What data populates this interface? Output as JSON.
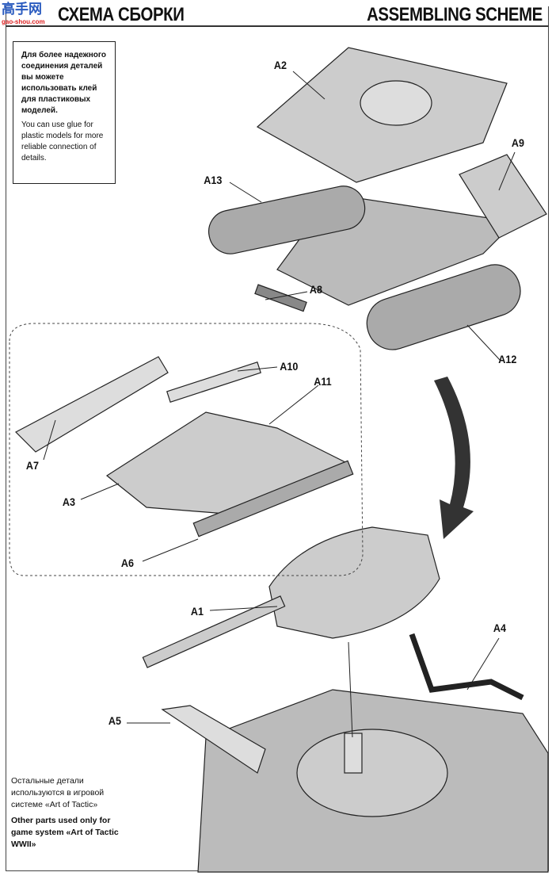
{
  "header": {
    "title_ru": "СХЕМА СБОРКИ",
    "title_en": "ASSEMBLING SCHEME",
    "watermark": "高手网 gao-shou.com"
  },
  "note": {
    "ru": "Для более надежного соединения деталей вы можете использовать клей для пластиковых моделей.",
    "en": "You can use glue for plastic models for more reliable connection of details."
  },
  "footer": {
    "ru": "Остальные детали используются в игровой системе «Art of Tactic»",
    "en": "Other parts used only for game system «Art of Tactic WWII»"
  },
  "labels": [
    "A2",
    "A9",
    "A13",
    "A8",
    "A12",
    "A10",
    "A11",
    "A7",
    "A3",
    "A6",
    "A1",
    "A4",
    "A5"
  ]
}
